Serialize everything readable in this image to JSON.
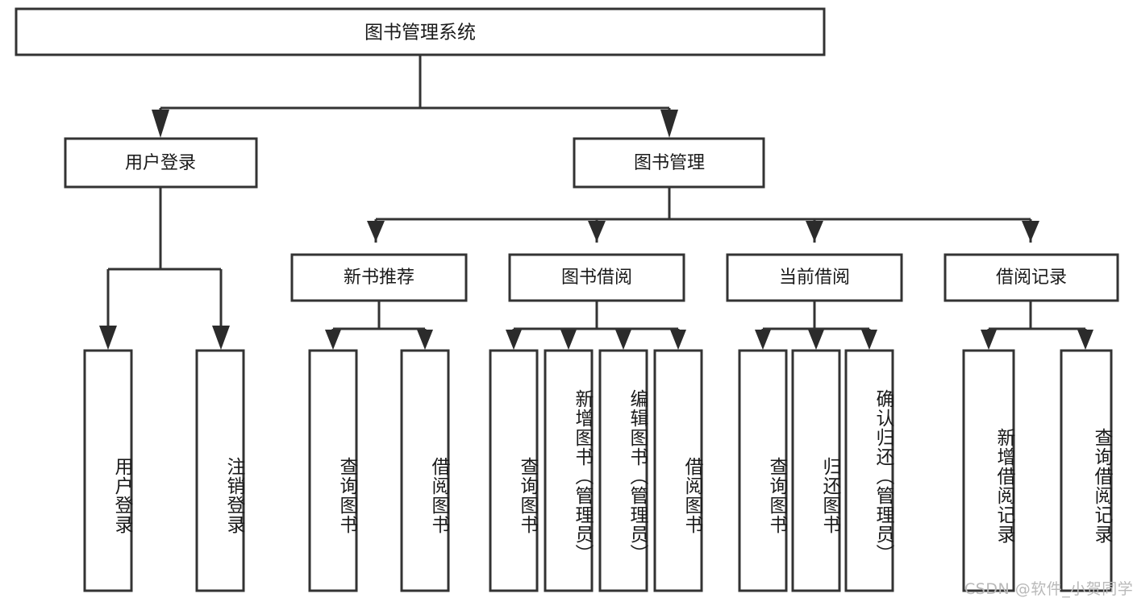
{
  "diagram": {
    "title": "图书管理系统",
    "type": "hierarchy-tree",
    "colors": {
      "box_stroke": "#333333",
      "box_fill": "#ffffff",
      "arrow_fill": "#2b2b2b",
      "text": "#1a1a1a",
      "background": "#ffffff",
      "watermark": "#b9b9b9"
    },
    "root": {
      "label": "图书管理系统"
    },
    "level2": [
      {
        "label": "用户登录"
      },
      {
        "label": "图书管理"
      }
    ],
    "level3": [
      {
        "label": "新书推荐"
      },
      {
        "label": "图书借阅"
      },
      {
        "label": "当前借阅"
      },
      {
        "label": "借阅记录"
      }
    ],
    "leaves_user_login": [
      {
        "label": "用户登录"
      },
      {
        "label": "注销登录"
      }
    ],
    "leaves_new_book": [
      {
        "label": "查询图书"
      },
      {
        "label": "借阅图书"
      }
    ],
    "leaves_borrow": [
      {
        "label": "查询图书"
      },
      {
        "label": "新增图书（管理员）"
      },
      {
        "label": "编辑图书（管理员）"
      },
      {
        "label": "借阅图书"
      }
    ],
    "leaves_current": [
      {
        "label": "查询图书"
      },
      {
        "label": "归还图书"
      },
      {
        "label": "确认归还（管理员）"
      }
    ],
    "leaves_record": [
      {
        "label": "新增借阅记录"
      },
      {
        "label": "查询借阅记录"
      }
    ],
    "watermark": "CSDN @软件_小贺同学"
  }
}
